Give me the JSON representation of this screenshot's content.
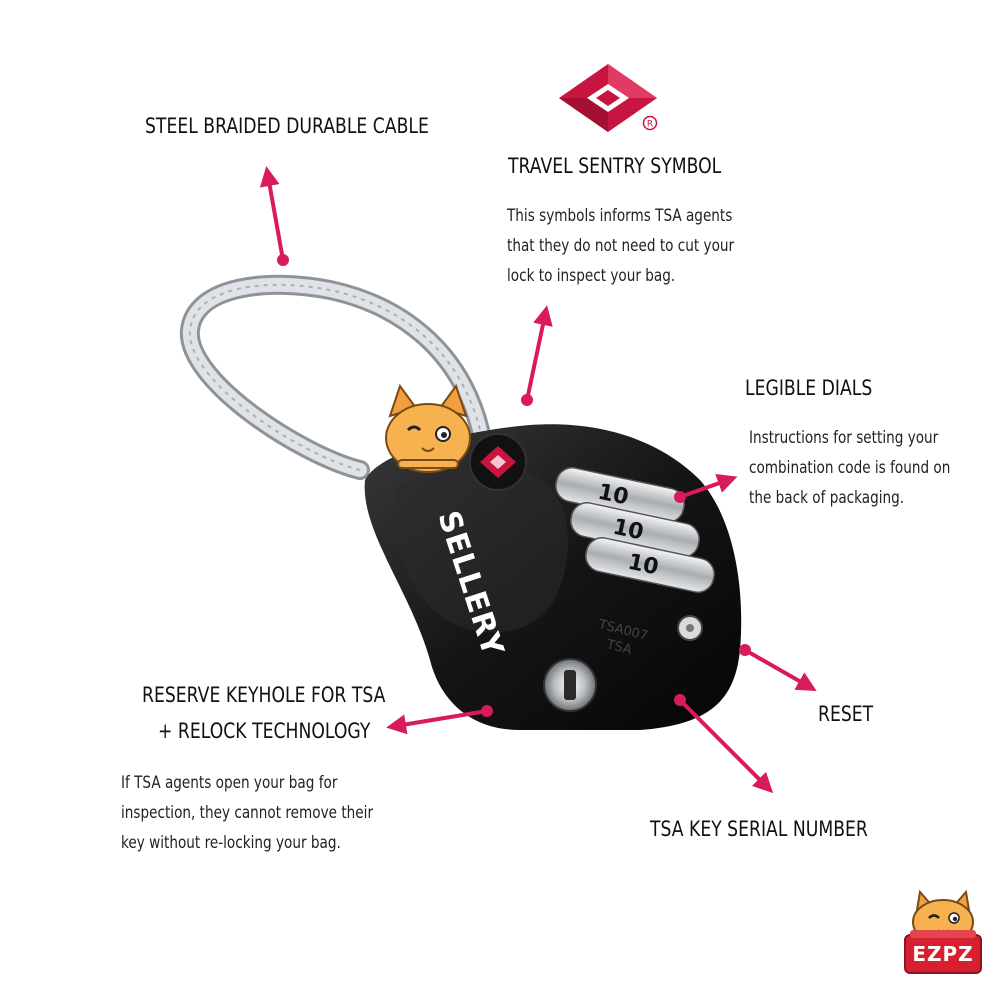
{
  "colors": {
    "accent": "#d81b5c",
    "lock_body": "#1a1a1a",
    "cable": "#c9ced3",
    "dial_silver": "#bfc3c7",
    "brand_red": "#c8153f",
    "brand_orange": "#f2a03d"
  },
  "features": {
    "cable": {
      "title": "STEEL BRAIDED DURABLE CABLE"
    },
    "travel_sentry": {
      "title": "TRAVEL SENTRY SYMBOL",
      "description": [
        "This symbols informs  TSA agents",
        "that they do not need to cut your",
        "lock to inspect your bag."
      ]
    },
    "dials": {
      "title": "LEGIBLE DIALS",
      "description": [
        "Instructions for setting your",
        "combination code is found on",
        "the back of packaging."
      ]
    },
    "keyhole": {
      "title_line1": "RESERVE KEYHOLE FOR TSA",
      "title_line2": "+ RELOCK TECHNOLOGY",
      "description": [
        "If TSA agents open your bag for",
        "inspection, they cannot remove their",
        "key without re-locking your bag."
      ]
    },
    "reset": {
      "title": "RESET"
    },
    "serial": {
      "title": "TSA KEY SERIAL NUMBER"
    }
  },
  "product": {
    "brand": "SELLERY",
    "dial_digits": [
      "10",
      "10",
      "10"
    ],
    "body_mark_1": "TSA007",
    "body_mark_2": "TSA"
  },
  "badge": {
    "text": "EZPZ"
  },
  "icons": {
    "travel_sentry": "travel-sentry-diamond-icon",
    "registered": "registered-mark-icon",
    "mascot": "cat-mascot-icon"
  }
}
